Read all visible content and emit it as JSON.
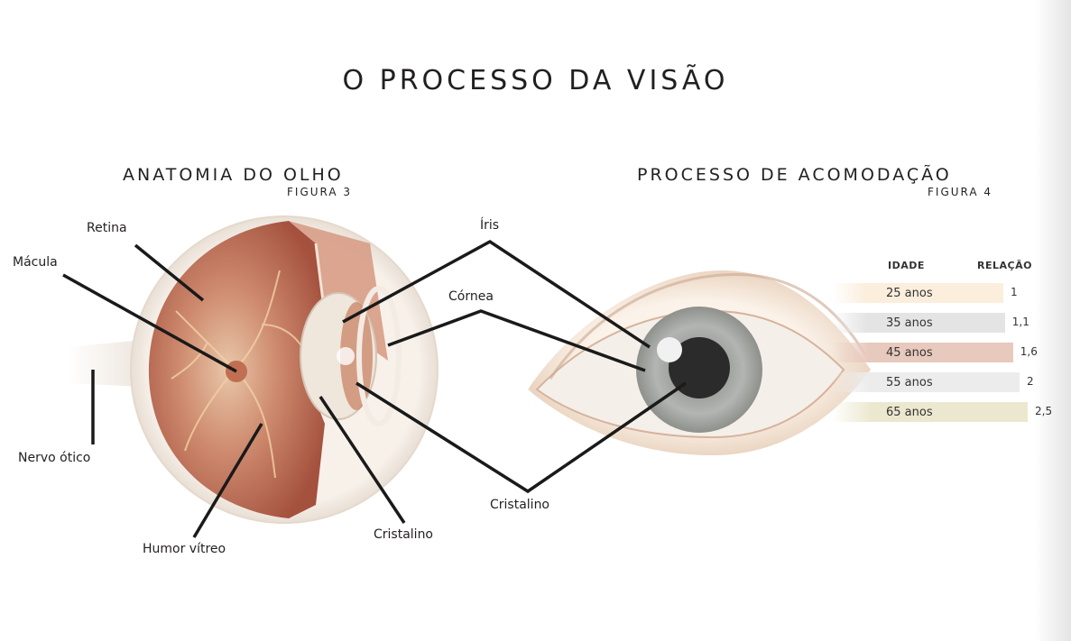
{
  "title": "O PROCESSO DA VISÃO",
  "figure3": {
    "title": "ANATOMIA DO OLHO",
    "subtitle": "FIGURA 3",
    "labels": {
      "retina": "Retina",
      "macula": "Mácula",
      "nervo": "Nervo ótico",
      "humor": "Humor vítreo",
      "cristalino": "Cristalino"
    }
  },
  "center_labels": {
    "iris": "Íris",
    "cornea": "Córnea",
    "cristalino": "Cristalino"
  },
  "figure4": {
    "title": "PROCESSO DE ACOMODAÇÃO",
    "subtitle": "FIGURA 4",
    "table": {
      "headers": [
        "IDADE",
        "RELAÇÃO"
      ],
      "rows": [
        {
          "idade": "25 anos",
          "relacao": "1",
          "value": 1,
          "color": "#fbeedd"
        },
        {
          "idade": "35 anos",
          "relacao": "1,1",
          "value": 1.1,
          "color": "#e4e4e4"
        },
        {
          "idade": "45 anos",
          "relacao": "1,6",
          "value": 1.6,
          "color": "#e8c9bd"
        },
        {
          "idade": "55 anos",
          "relacao": "2",
          "value": 2,
          "color": "#ececec"
        },
        {
          "idade": "65 anos",
          "relacao": "2,5",
          "value": 2.5,
          "color": "#ece8cf"
        }
      ]
    }
  },
  "colors": {
    "text": "#231f20",
    "eyeball_flesh": "#c47a62",
    "sclera": "#f3ece4",
    "iris": "#9ea09d",
    "pupil": "#2b2b2b"
  }
}
